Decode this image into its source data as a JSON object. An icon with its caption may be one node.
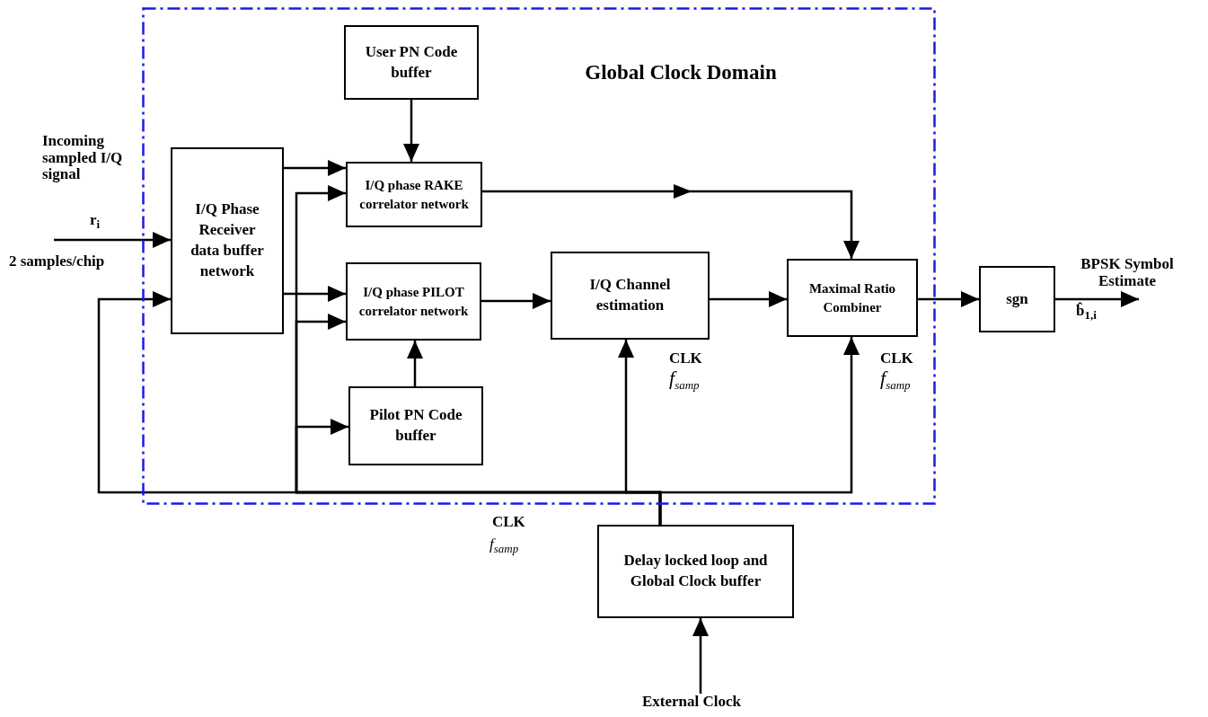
{
  "diagram": {
    "nodes": [
      {
        "text": [
          "Global Clock Domain"
        ]
      },
      {
        "text": [
          "User PN Code buffer"
        ],
        "in": 0
      },
      {
        "text": [
          "I/Q Phase Receiver data buffer network"
        ],
        "in": 0
      },
      {
        "text": [
          "I/Q phase RAKE correlator network"
        ],
        "in": 0
      },
      {
        "text": [
          "I/Q phase PILOT correlator network"
        ],
        "in": 0
      },
      {
        "text": [
          "I/Q Channel estimation"
        ],
        "in": 0,
        "beside": [
          "CLK",
          "f$_{samp}$"
        ]
      },
      {
        "text": [
          "Maximal Ratio Combiner"
        ],
        "in": 0,
        "beside": [
          "CLK",
          "f$_{samp}$"
        ]
      },
      {
        "text": [
          "Pilot PN Code buffer"
        ],
        "in": 0
      },
      {
        "text": [
          "sgn"
        ]
      },
      {
        "text": [
          "Delay locked loop and Global Clock buffer"
        ]
      },
      {
        "text": [
          "External Clock"
        ]
      },
      {
        "text": [
          "BPSK Symbol Estimate"
        ],
        "beside": [
          "b̂$_{1,i}$"
        ]
      }
    ],
    "edges": [
      {
        "from": null,
        "to": 2,
        "arrow": "to"
      },
      {
        "from": 2,
        "to": 3,
        "arrow": "to"
      },
      {
        "from": 2,
        "to": 4,
        "arrow": "to"
      },
      {
        "from": 1,
        "to": 3,
        "arrow": "to"
      },
      {
        "from": 7,
        "to": 4,
        "arrow": "to"
      },
      {
        "from": 3,
        "to": 6,
        "arrow": "to"
      },
      {
        "from": 4,
        "to": 5,
        "arrow": "to"
      },
      {
        "from": 5,
        "to": 6,
        "arrow": "to"
      },
      {
        "from": 6,
        "to": 8,
        "arrow": "to"
      },
      {
        "from": 8,
        "to": 11,
        "arrow": "to"
      },
      {
        "from": 10,
        "to": 9,
        "arrow": "to"
      },
      {
        "from": 9,
        "to": 2,
        "arrow": "to"
      },
      {
        "from": 9,
        "to": 3,
        "arrow": "to"
      },
      {
        "from": 9,
        "to": 4,
        "arrow": "to"
      },
      {
        "from": 9,
        "to": 7,
        "arrow": "to"
      },
      {
        "from": 9,
        "to": 5,
        "arrow": "to"
      },
      {
        "from": 9,
        "to": 6,
        "arrow": "to"
      }
    ],
    "labels": [
      "Incoming sampled I/Q signal",
      "r$_{i}$",
      "2 samples/chip",
      "CLK",
      "f$_{samp}$"
    ]
  }
}
